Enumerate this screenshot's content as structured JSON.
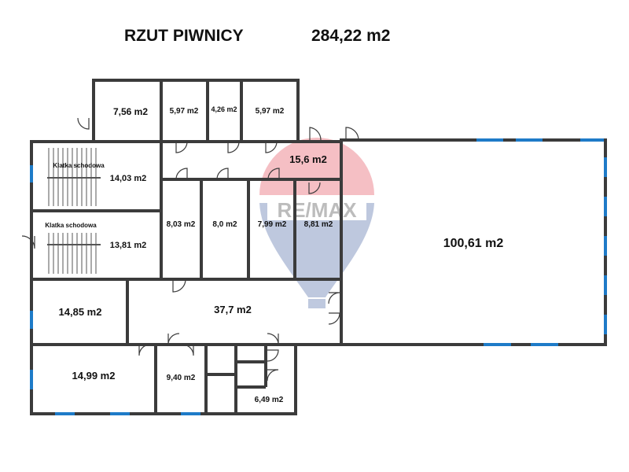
{
  "header": {
    "title": "RZUT PIWNICY",
    "total_area": "284,22 m2"
  },
  "watermark": {
    "text": "RE/MAX",
    "color_red": "#dc1c2e",
    "color_blue": "#1a3c8c"
  },
  "colors": {
    "wall": "#3b3b3b",
    "window": "#1e7bc8",
    "floor": "#ffffff"
  },
  "rooms": [
    {
      "id": "r1",
      "area": "7,56 m2"
    },
    {
      "id": "r2",
      "area": "5,97 m2"
    },
    {
      "id": "r3",
      "area": "4,26 m2"
    },
    {
      "id": "r4",
      "area": "5,97 m2"
    },
    {
      "id": "r5",
      "area": "15,6 m2"
    },
    {
      "id": "r6",
      "area": "14,03 m2",
      "name": "Klatka schodowa"
    },
    {
      "id": "r7",
      "area": "13,81 m2",
      "name": "Klatka schodowa"
    },
    {
      "id": "r8",
      "area": "8,03 m2"
    },
    {
      "id": "r9",
      "area": "8,0 m2"
    },
    {
      "id": "r10",
      "area": "7,99 m2"
    },
    {
      "id": "r11",
      "area": "8,81 m2"
    },
    {
      "id": "r12",
      "area": "100,61 m2"
    },
    {
      "id": "r13",
      "area": "14,85 m2"
    },
    {
      "id": "r14",
      "area": "37,7 m2"
    },
    {
      "id": "r15",
      "area": "14,99 m2"
    },
    {
      "id": "r16",
      "area": "9,40 m2"
    },
    {
      "id": "r17",
      "area": "6,49 m2"
    }
  ]
}
